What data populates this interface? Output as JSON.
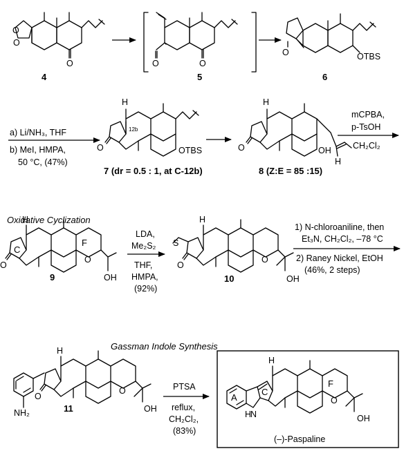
{
  "compounds": {
    "c4": "4",
    "c5": "5",
    "c6": "6",
    "c7": "7 (dr = 0.5 : 1, at C-12b)",
    "c8": "8 (Z:E = 85 :15)",
    "c9": "9",
    "c10": "10",
    "c11": "11",
    "paspaline": "(–)-Paspaline"
  },
  "sections": {
    "oxidative": "Oxidative Cyclization",
    "gassman": "Gassman Indole Synthesis"
  },
  "conditions": {
    "step7": [
      "a) Li/NH₃, THF",
      "b) MeI, HMPA,",
      "50 °C, (47%)"
    ],
    "step9_top": [
      "mCPBA,",
      "p-TsOH"
    ],
    "step9_bottom": "CH₂Cl₂",
    "step10_top": [
      "LDA,",
      "Me₂S₂"
    ],
    "step10_bottom": [
      "THF,",
      "HMPA,",
      "(92%)"
    ],
    "step11_top": [
      "1) N-chloroaniline, then",
      "Et₃N, CH₂Cl₂, –78 °C"
    ],
    "step11_bottom": [
      "2) Raney Nickel, EtOH",
      "(46%, 2 steps)"
    ],
    "step12_top": "PTSA",
    "step12_bottom": [
      "reflux,",
      "CH₂Cl₂,",
      "(83%)"
    ]
  },
  "atom_labels": {
    "O": "O",
    "OTBS": "OTBS",
    "OH": "OH",
    "H": "H",
    "NH2": "NH₂",
    "NH": "H",
    "N": "N",
    "S": "S",
    "c12b": "12b"
  },
  "ring_labels": {
    "A": "A",
    "C": "C",
    "F": "F"
  }
}
